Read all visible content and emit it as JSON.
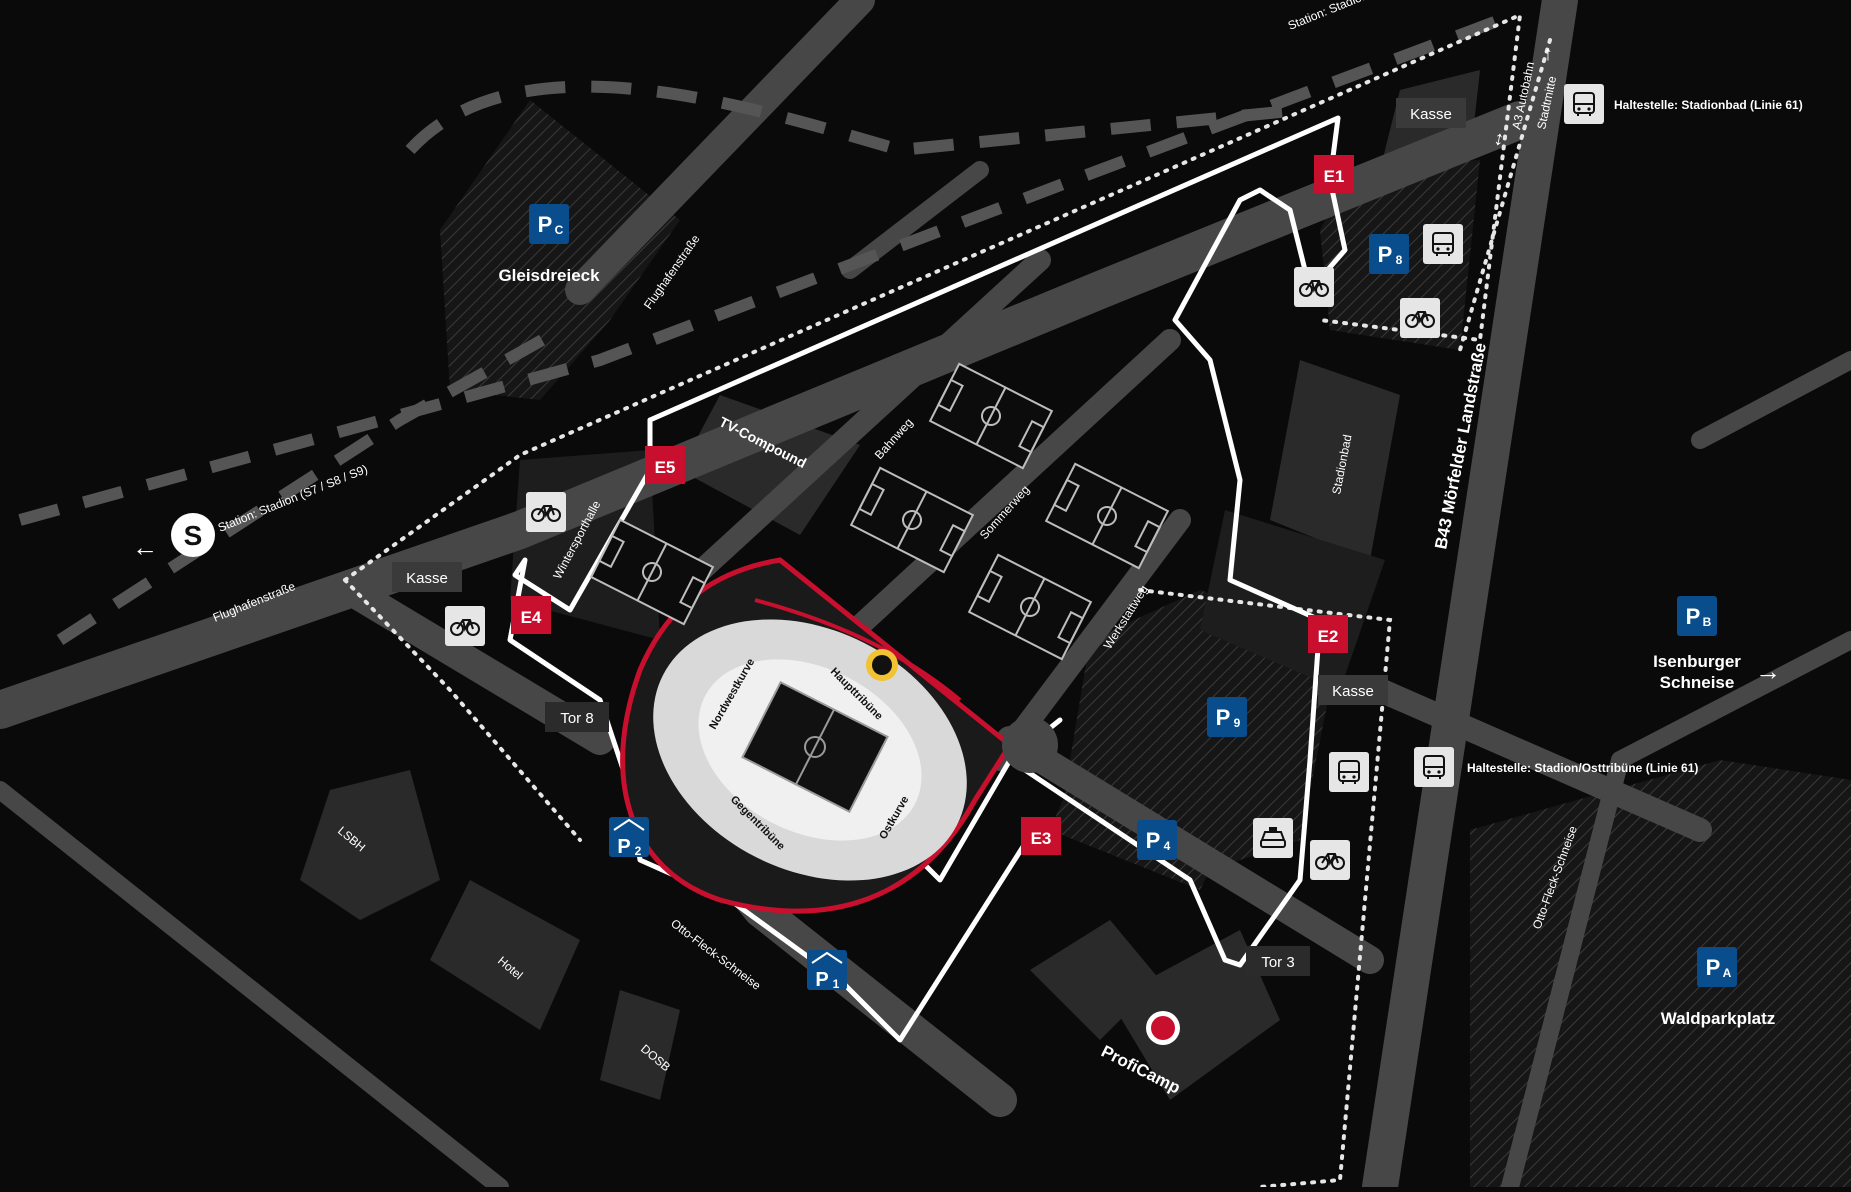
{
  "map": {
    "background": "#0a0a0a",
    "road_color": "#474747",
    "building_color": "#2a2a2a",
    "entrance_color": "#c8102e",
    "parking_color": "#0a4d8c",
    "route_color": "#ffffff"
  },
  "station": {
    "s_bahn_icon": "s-bahn-icon",
    "s_letter": "S",
    "name": "Station: Stadion (S7 / S8 / S9)",
    "top_label": "Station: Stadion"
  },
  "streets": {
    "flughafen_top": "Flughafenstraße",
    "flughafen_left": "Flughafenstraße",
    "bahnweg": "Bahnweg",
    "sommerweg": "Sommerweg",
    "werkstattweg": "Werkstattweg",
    "otto_fleck": "Otto-Fleck-Schneise",
    "otto_fleck_right": "Otto-Fleck-Schneise",
    "b43": "B43 Mörfelder Landstraße",
    "a3": "A3 Autobahn",
    "stadtmitte": "Stadtmitte"
  },
  "buildings": {
    "tv_compound": "TV-Compound",
    "wintersporthalle": "Wintersporthalle",
    "stadionbad": "Stadionbad",
    "lsbh": "LSBH",
    "hotel": "Hotel",
    "dosb": "DOSB",
    "proficamp": "ProfiCamp"
  },
  "stands": {
    "nordwestkurve": "Nordwestkurve",
    "haupttribuene": "Haupttribüne",
    "gegentribuene": "Gegentribüne",
    "ostkurve": "Ostkurve"
  },
  "entrances": {
    "e1": "E1",
    "e2": "E2",
    "e3": "E3",
    "e4": "E4",
    "e5": "E5"
  },
  "gates": {
    "tor8": "Tor 8",
    "tor3": "Tor 3"
  },
  "kasse": {
    "top": "Kasse",
    "left": "Kasse",
    "right": "Kasse"
  },
  "parking": {
    "pc_letter": "P",
    "pc_sub": "C",
    "pc_name": "Gleisdreieck",
    "p8_letter": "P",
    "p8_sub": "8",
    "p9_letter": "P",
    "p9_sub": "9",
    "p4_letter": "P",
    "p4_sub": "4",
    "p2_letter": "P",
    "p2_sub": "2",
    "p1_letter": "P",
    "p1_sub": "1",
    "pb_letter": "P",
    "pb_sub": "B",
    "pb_name_line1": "Isenburger",
    "pb_name_line2": "Schneise",
    "pa_letter": "P",
    "pa_sub": "A",
    "pa_name": "Waldparkplatz"
  },
  "bus_stops": {
    "stadionbad": "Haltestelle: Stadionbad (Linie 61)",
    "osttribuene": "Haltestelle: Stadion/Osttribüne (Linie 61)"
  },
  "arrows": {
    "left": "←",
    "right": "→",
    "up": "↑",
    "a3": "↔"
  }
}
